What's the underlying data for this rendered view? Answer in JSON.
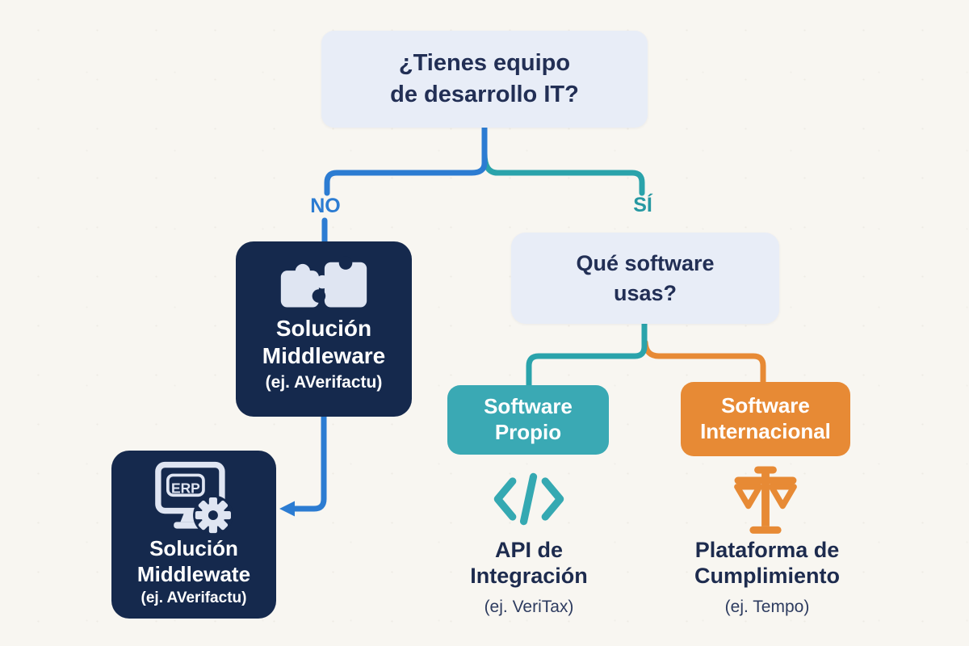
{
  "palette": {
    "background": "#f8f6f1",
    "light_box": "#e8edf7",
    "dark_navy": "#15294d",
    "blue_branch": "#2c7cd2",
    "teal_branch": "#2aa3ab",
    "teal_box": "#3aa9b4",
    "orange": "#e78a35",
    "text_navy": "#222f55",
    "icon_light": "#dfe5f2"
  },
  "nodes": {
    "q1": {
      "text": "¿Tienes equipo\nde desarrollo IT?"
    },
    "branch_no": "NO",
    "branch_si": "SÍ",
    "middleware": {
      "title": "Solución\nMiddleware",
      "subtitle": "(ej. AVerifactu)",
      "icon": "puzzle-pieces-icon"
    },
    "q2": {
      "text": "Qué software\nusas?"
    },
    "propio": {
      "text": "Software\nPropio"
    },
    "internacional": {
      "text": "Software\nInternacional"
    },
    "api": {
      "title": "API de\nIntegración",
      "subtitle": "(ej. VeriTax)",
      "icon": "code-icon"
    },
    "plataforma": {
      "title": "Plataforma de\nCumplimiento",
      "subtitle": "(ej. Tempo)",
      "icon": "scales-icon"
    },
    "erp": {
      "title": "Solución\nMiddlewate",
      "subtitle": "(ej. AVerifactu)",
      "monitor_label": "ERP",
      "icon": "erp-monitor-gear-icon"
    }
  }
}
